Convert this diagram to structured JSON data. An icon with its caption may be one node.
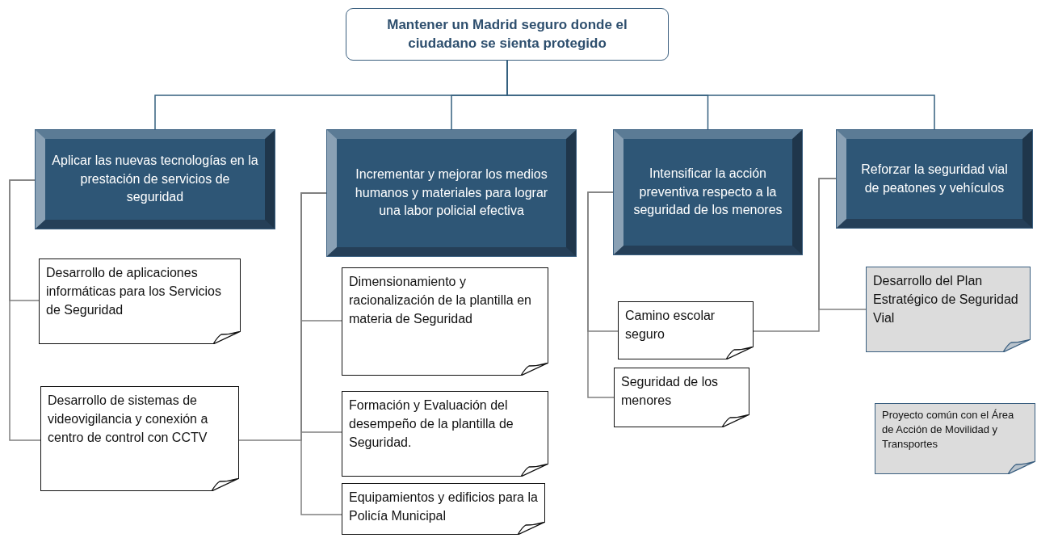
{
  "diagram": {
    "nodes": [
      {
        "text": [
          "Mantener un Madrid seguro donde el ciudadano se sienta protegido"
        ]
      },
      {
        "text": [
          "Aplicar las nuevas tecnologías en la prestación de servicios de seguridad"
        ]
      },
      {
        "text": [
          "Incrementar y mejorar los medios humanos y materiales para lograr una labor policial efectiva"
        ]
      },
      {
        "text": [
          "Intensificar la acción preventiva respecto a la seguridad de los menores"
        ]
      },
      {
        "text": [
          "Reforzar la seguridad vial de peatones y vehículos"
        ]
      },
      {
        "text": [
          "Desarrollo de aplicaciones informáticas para los Servicios de Seguridad"
        ]
      },
      {
        "text": [
          "Desarrollo de sistemas de videovigilancia y conexión a centro de control con CCTV"
        ]
      },
      {
        "text": [
          "Dimensionamiento y racionalización de la plantilla en materia de Seguridad"
        ]
      },
      {
        "text": [
          "Formación y Evaluación del desempeño de la plantilla de Seguridad."
        ]
      },
      {
        "text": [
          "Equipamientos y edificios para la Policía Municipal"
        ]
      },
      {
        "text": [
          "Camino escolar seguro"
        ]
      },
      {
        "text": [
          "Seguridad de los menores"
        ]
      },
      {
        "text": [
          "Desarrollo del Plan Estratégico de Seguridad Vial"
        ]
      },
      {
        "text": [
          "Proyecto común con el Área de Acción de Movilidad y Transportes"
        ]
      }
    ],
    "edges": [
      {
        "from": 0,
        "to": 1,
        "arrow": "none",
        "color": "#35607f"
      },
      {
        "from": 0,
        "to": 2,
        "arrow": "none",
        "color": "#35607f"
      },
      {
        "from": 0,
        "to": 3,
        "arrow": "none",
        "color": "#35607f"
      },
      {
        "from": 0,
        "to": 4,
        "arrow": "none",
        "color": "#35607f"
      },
      {
        "from": 1,
        "to": 5,
        "arrow": "none"
      },
      {
        "from": 1,
        "to": 6,
        "arrow": "none"
      },
      {
        "from": 2,
        "to": 7,
        "arrow": "none"
      },
      {
        "from": 2,
        "to": 8,
        "arrow": "none"
      },
      {
        "from": 2,
        "to": 9,
        "arrow": "none"
      },
      {
        "from": 6,
        "to": 2,
        "arrow": "none"
      },
      {
        "from": 3,
        "to": 10,
        "arrow": "none"
      },
      {
        "from": 3,
        "to": 11,
        "arrow": "none"
      },
      {
        "from": 4,
        "to": 12,
        "arrow": "none"
      },
      {
        "from": 10,
        "to": 4,
        "arrow": "none"
      }
    ]
  }
}
